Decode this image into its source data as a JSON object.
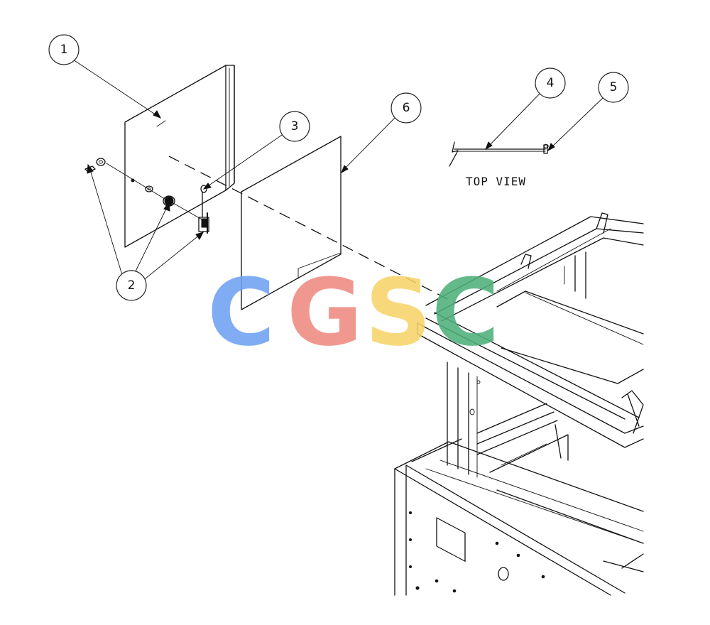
{
  "callouts": [
    {
      "id": "1",
      "label": "1"
    },
    {
      "id": "2",
      "label": "2"
    },
    {
      "id": "3",
      "label": "3"
    },
    {
      "id": "4",
      "label": "4"
    },
    {
      "id": "5",
      "label": "5"
    },
    {
      "id": "6",
      "label": "6"
    }
  ],
  "top_view_caption": "TOP VIEW",
  "watermark": {
    "letters": [
      "C",
      "G",
      "S",
      "C"
    ],
    "colors": [
      "#6ea1f2",
      "#ef8a80",
      "#f6d46a",
      "#4fb07a"
    ]
  }
}
